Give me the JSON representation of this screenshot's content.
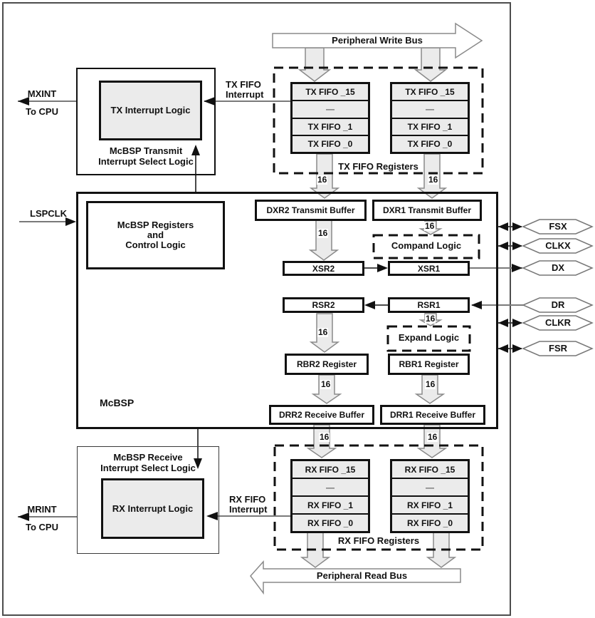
{
  "colors": {
    "box_fill_gray": "#ebebeb",
    "border_black": "#111111",
    "arrow_outline_gray": "#8a8a8a",
    "wire_gray": "#7a7a7a",
    "frame_gray": "#4d4d4d"
  },
  "buses": {
    "write": "Peripheral Write Bus",
    "read": "Peripheral Read Bus",
    "width_label": "16"
  },
  "left_signals": {
    "mxint": "MXINT",
    "mxint_dest": "To CPU",
    "mrint": "MRINT",
    "mrint_dest": "To CPU",
    "lspclk": "LSPCLK"
  },
  "interrupt_labels": {
    "tx_fifo": "TX FIFO\nInterrupt",
    "rx_fifo": "RX FIFO\nInterrupt"
  },
  "blocks": {
    "tx_select": "McBSP Transmit\nInterrupt Select Logic",
    "tx_logic": "TX Interrupt Logic",
    "rx_select": "McBSP Receive\nInterrupt Select Logic",
    "rx_logic": "RX Interrupt Logic",
    "registers": "McBSP Registers\nand\nControl Logic",
    "mcbsp": "McBSP",
    "dxr2": "DXR2 Transmit Buffer",
    "dxr1": "DXR1 Transmit Buffer",
    "compand": "Compand Logic",
    "expand": "Expand Logic",
    "xsr2": "XSR2",
    "xsr1": "XSR1",
    "rsr2": "RSR2",
    "rsr1": "RSR1",
    "rbr2": "RBR2 Register",
    "rbr1": "RBR1 Register",
    "drr2": "DRR2 Receive Buffer",
    "drr1": "DRR1 Receive Buffer"
  },
  "fifo": {
    "tx_title": "TX FIFO Registers",
    "rx_title": "RX FIFO Registers",
    "tx_cells": [
      "TX FIFO _15",
      "—",
      "TX FIFO _1",
      "TX FIFO _0"
    ],
    "rx_cells": [
      "RX FIFO _15",
      "—",
      "RX FIFO _1",
      "RX FIFO _0"
    ]
  },
  "pins": {
    "fsx": "FSX",
    "clkx": "CLKX",
    "dx": "DX",
    "dr": "DR",
    "clkr": "CLKR",
    "fsr": "FSR"
  }
}
